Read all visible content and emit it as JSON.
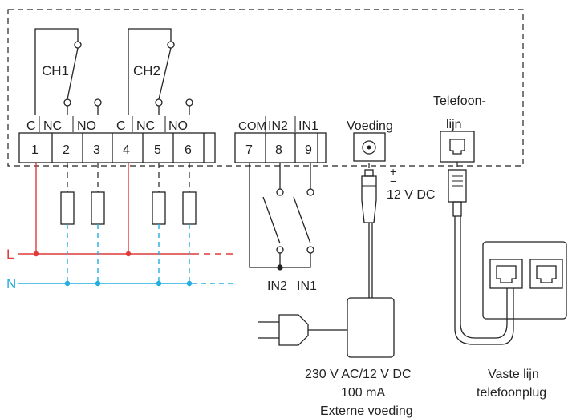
{
  "relays": {
    "ch1": "CH1",
    "ch2": "CH2"
  },
  "contacts": [
    "C",
    "NC",
    "NO",
    "C",
    "NC",
    "NO"
  ],
  "inputs": {
    "com": "COM",
    "in2": "IN2",
    "in1": "IN1"
  },
  "terminals": [
    "1",
    "2",
    "3",
    "4",
    "5",
    "6",
    "7",
    "8",
    "9"
  ],
  "power": {
    "label": "Voeding",
    "plus": "+",
    "minus": "−",
    "dc": "12 V DC"
  },
  "phone": {
    "label_line1": "Telefoon-",
    "label_line2": "lijn"
  },
  "lines": {
    "l": "L",
    "n": "N"
  },
  "switch_labels": {
    "in2": "IN2",
    "in1": "IN1"
  },
  "adapter": {
    "line1": "230 V AC/12 V DC",
    "line2": "100 mA",
    "line3": "Externe voeding"
  },
  "wallplug": {
    "line1": "Vaste lijn",
    "line2": "telefoonplug"
  },
  "colors": {
    "L": "#e03a3a",
    "N": "#22aee0"
  }
}
